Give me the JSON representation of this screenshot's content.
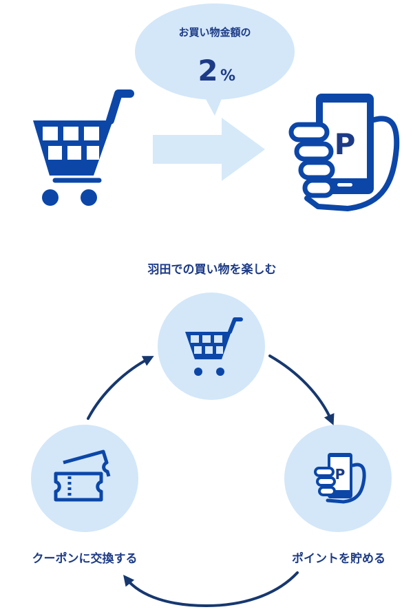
{
  "bubble": {
    "caption": "お買い物金額の",
    "rate_number": "2",
    "rate_unit": "%"
  },
  "phone_badge": "P",
  "cycle": {
    "top_label": "羽田での買い物を楽しむ",
    "right_label": "ポイントを貯める",
    "left_label": "クーポンに交換する"
  },
  "colors": {
    "primary": "#0c47a8",
    "light_circle": "#d3e7f9",
    "light_arrow": "#d6e9f9",
    "arrow_dark": "#17386f"
  },
  "icons": [
    "shopping-cart-icon",
    "smartphone-points-icon",
    "right-arrow-icon",
    "coupon-tickets-icon",
    "cycle-arrow-icon"
  ]
}
